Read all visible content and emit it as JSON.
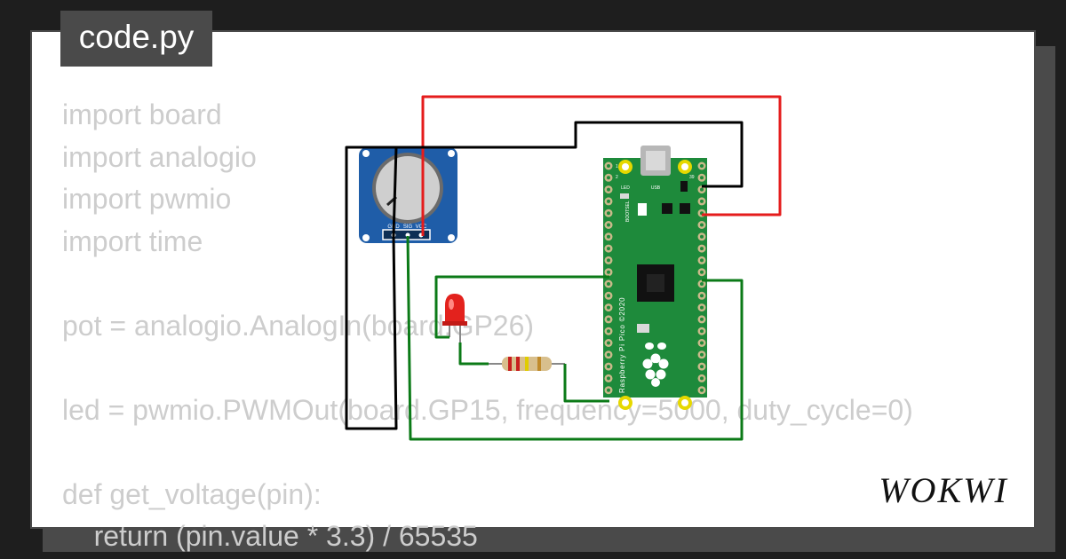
{
  "file_tab": {
    "label": "code.py"
  },
  "code_lines": [
    "import board",
    "import analogio",
    "import pwmio",
    "import time",
    "",
    "pot = analogio.AnalogIn(board.GP26)",
    "",
    "led = pwmio.PWMOut(board.GP15, frequency=5000, duty_cycle=0)",
    "",
    "def get_voltage(pin):",
    "    return (pin.value * 3.3) / 65535"
  ],
  "potentiometer": {
    "pin_labels": [
      "GND",
      "SIG",
      "VCC"
    ]
  },
  "pico": {
    "board_text": "Raspberry Pi Pico ©2020",
    "usb_label": "USB",
    "led_label": "LED",
    "bootsel_label": "BOOTSEL",
    "pin_numbers": [
      "1",
      "2",
      "39"
    ]
  },
  "brand": {
    "name": "WOKWI"
  },
  "colors": {
    "wire_red": "#e51c1c",
    "wire_black": "#000000",
    "wire_green": "#0b7a17",
    "pico_green": "#1e8a3b",
    "pot_blue": "#1f5da8",
    "led_red": "#e3221d"
  }
}
